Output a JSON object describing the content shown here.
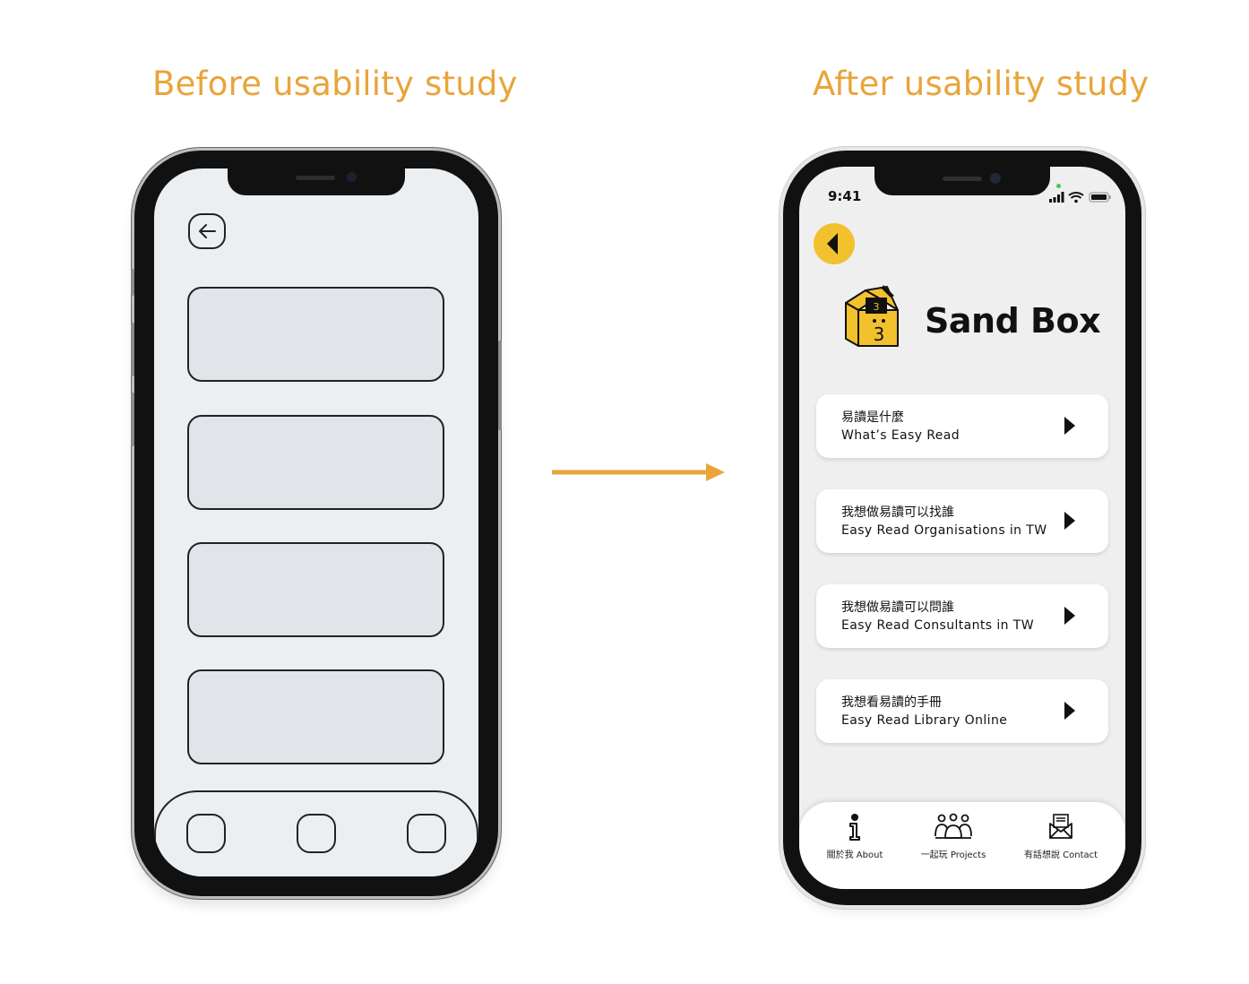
{
  "slide": {
    "before_title": "Before usability study",
    "after_title": "After usability study",
    "accent_color": "#e8a53a"
  },
  "after_screen": {
    "status_time": "9:41",
    "brand_name": "Sand Box",
    "logo_digit": "3",
    "menu_items": [
      {
        "zh": "易讀是什麼",
        "en": "What’s Easy Read"
      },
      {
        "zh": "我想做易讀可以找誰",
        "en": "Easy Read Organisations in TW"
      },
      {
        "zh": "我想做易讀可以問誰",
        "en": "Easy Read Consultants in TW"
      },
      {
        "zh": "我想看易讀的手冊",
        "en": "Easy Read Library Online"
      }
    ],
    "tabs": [
      {
        "label": "關於我 About",
        "icon": "info-icon"
      },
      {
        "label": "一起玩 Projects",
        "icon": "group-icon"
      },
      {
        "label": "有話想說 Contact",
        "icon": "envelope-icon"
      }
    ],
    "back_button_color": "#f2c12e"
  },
  "before_screen": {
    "card_count": 4,
    "tab_count": 3
  }
}
